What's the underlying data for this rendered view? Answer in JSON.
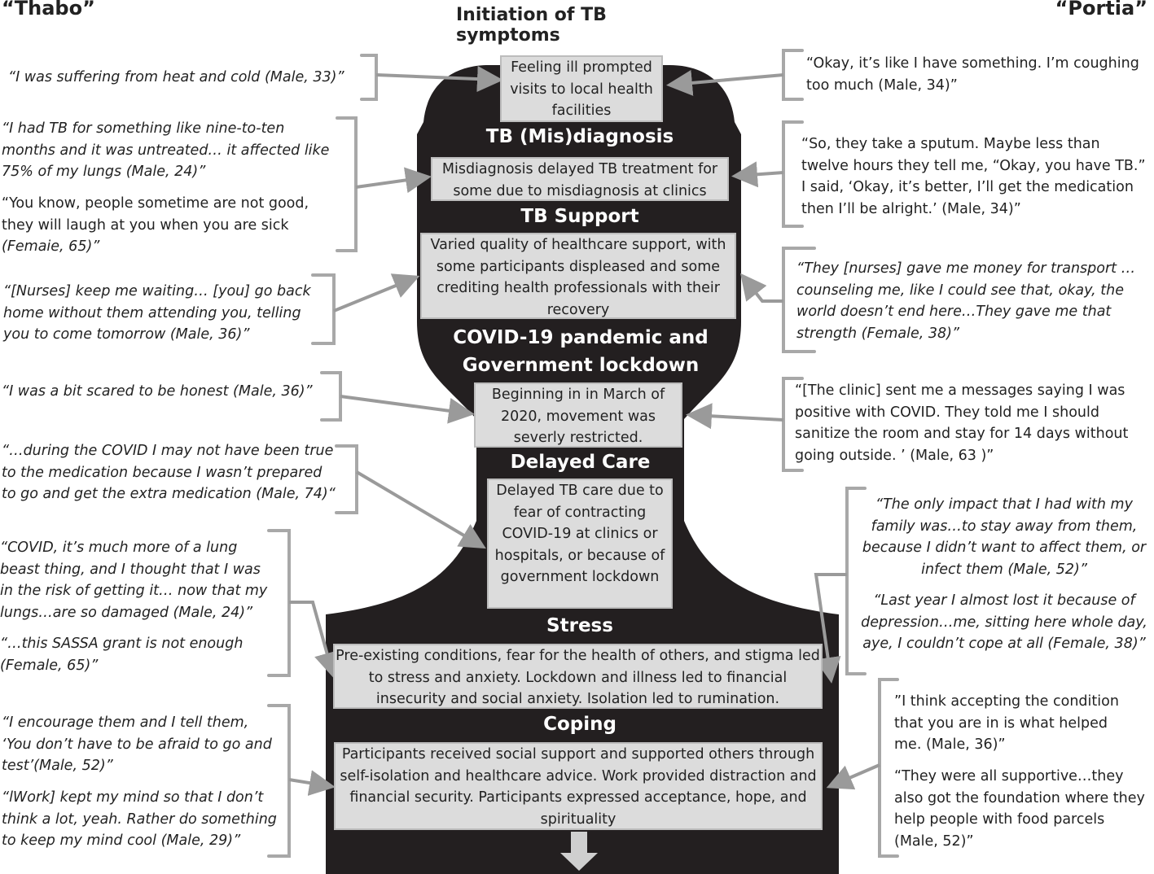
{
  "header": {
    "left_name": "“Thabo”",
    "right_name": "“Portia”",
    "title": "Initiation of TB symptoms"
  },
  "stages": [
    {
      "title": "TB (Mis)diagnosis"
    },
    {
      "title": "TB Support"
    },
    {
      "title": "COVID-19 pandemic and Government lockdown"
    },
    {
      "title": "Delayed Care"
    },
    {
      "title": "Stress"
    },
    {
      "title": "Coping"
    }
  ],
  "boxes": [
    {
      "text": "Feeling ill prompted visits to local health facilities"
    },
    {
      "text": "Misdiagnosis delayed TB treatment for some due to misdiagnosis at clinics"
    },
    {
      "text": "Varied quality of healthcare support, with some participants displeased and some crediting health professionals with their recovery"
    },
    {
      "text": "Beginning in in March of 2020, movement was severly restricted."
    },
    {
      "text": "Delayed TB care due to fear of contracting COVID-19 at clinics or hospitals, or because of government lockdown"
    },
    {
      "text": "Pre-existing conditions, fear for the health of others, and stigma led to stress and anxiety. Lockdown and illness led to financial insecurity and social anxiety. Isolation led to rumination."
    },
    {
      "text": "Participants received social support and supported others through self-isolation and healthcare advice. Work provided distraction and financial security. Participants expressed acceptance, hope, and spirituality"
    }
  ],
  "left_quotes": [
    {
      "lines": [
        "“I was suffering from heat and cold (Male, 33)”"
      ]
    },
    {
      "lines": [
        "“I had TB for something like nine-to-ten months and it was untreated… it affected like 75% of my lungs (Male, 24)”"
      ]
    },
    {
      "lines": [
        "“You know, people sometime are not good, they will laugh at you when you are sick",
        "(Femaie, 65)”"
      ]
    },
    {
      "lines": [
        "“[Nurses] keep me waiting… [you] go back home without them attending you, telling you to come tomorrow (Male, 36)”"
      ]
    },
    {
      "lines": [
        "“I was a bit scared to be honest (Male, 36)”"
      ]
    },
    {
      "lines": [
        "“…during the COVID I may not have been true to the medication because I wasn’t prepared to go and get the extra medication (Male, 74)“"
      ]
    },
    {
      "lines": [
        "“COVID, it’s much more of a lung beast thing, and I thought that I was in the risk of getting it… now that my lungs…are so damaged (Male, 24)”"
      ]
    },
    {
      "lines": [
        "“…this SASSA grant is not enough (Female, 65)”"
      ]
    },
    {
      "lines": [
        "“I encourage them and I tell them, ‘You don’t have to be afraid to go and test’(Male, 52)”"
      ]
    },
    {
      "lines": [
        "“lWork] kept my mind so that I don’t think a lot, yeah. Rather do something to keep my mind cool (Male, 29)”"
      ]
    }
  ],
  "right_quotes": [
    {
      "lines": [
        "“Okay, it’s like I have something. I’m coughing too much (Male, 34)”"
      ]
    },
    {
      "lines": [
        "“So, they take a sputum. Maybe less than twelve hours they tell me, “Okay, you have TB.” I said, ‘Okay, it’s better, I’ll get the medication then I’ll be alright.’ (Male, 34)”"
      ]
    },
    {
      "lines": [
        "“They [nurses] gave me money for transport …counseling me, like I could see that, okay, the world doesn’t end here…They gave me that strength (Female, 38)”"
      ]
    },
    {
      "lines": [
        "“[The clinic] sent me a messages saying I was positive with COVID. They told me I should sanitize the room and stay for 14 days without going outside. ’ (Male, 63 )”"
      ]
    },
    {
      "lines": [
        "“The only impact that I had with my family was…to stay away from them, because I didn’t want to affect them, or infect them (Male, 52)”"
      ]
    },
    {
      "lines": [
        "“Last year I almost lost it because of depression…me, sitting here whole day, aye, I couldn’t cope at all (Female, 38)”"
      ]
    },
    {
      "lines": [
        "”I think accepting the condition that you are in is what helped me. (Male, 36)”"
      ]
    },
    {
      "lines": [
        "“They were all supportive…they also got the foundation where they help people with food parcels (Male, 52)”"
      ]
    }
  ]
}
